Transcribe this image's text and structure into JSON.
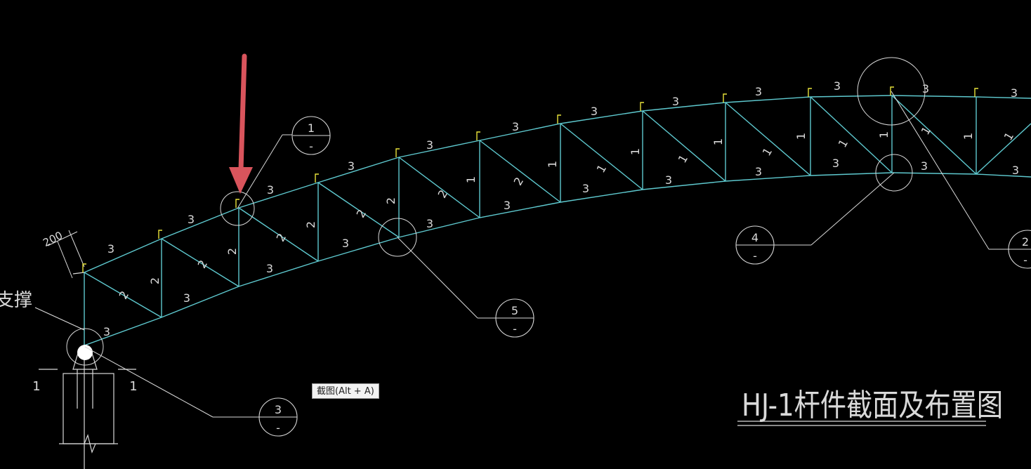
{
  "colors": {
    "background": "#000000",
    "truss": "#5ec9cf",
    "leader": "#d9d9d9",
    "section_mark": "#e8e23a",
    "annotation_arrow": "#d9545c",
    "tooltip_bg": "#f3f3f3"
  },
  "tooltip": {
    "text": "截图(Alt + A)"
  },
  "drawing_title": "HJ-1杆件截面及布置图",
  "left_label": "支撑",
  "dimension_label": "200",
  "support_section_marks": [
    "1",
    "1"
  ],
  "callouts": [
    {
      "number": "1",
      "sub": "-"
    },
    {
      "number": "5",
      "sub": "-"
    },
    {
      "number": "3",
      "sub": "-"
    },
    {
      "number": "4",
      "sub": "-"
    },
    {
      "number": "2",
      "sub": "-"
    }
  ],
  "member_labels": {
    "top_chord": [
      "3",
      "3",
      "3",
      "3",
      "3",
      "3",
      "3",
      "3",
      "3",
      "3",
      "3",
      "3"
    ],
    "bottom_chord": [
      "3",
      "3",
      "3",
      "3",
      "3",
      "3",
      "3",
      "3",
      "3",
      "3",
      "3",
      "3"
    ],
    "diagonals": [
      "2",
      "2",
      "2",
      "2",
      "2",
      "2",
      "1",
      "1",
      "1",
      "1",
      "1",
      "1"
    ],
    "verticals": [
      "2",
      "2",
      "2",
      "2",
      "1",
      "1",
      "1",
      "1",
      "1",
      "1",
      "1"
    ]
  }
}
